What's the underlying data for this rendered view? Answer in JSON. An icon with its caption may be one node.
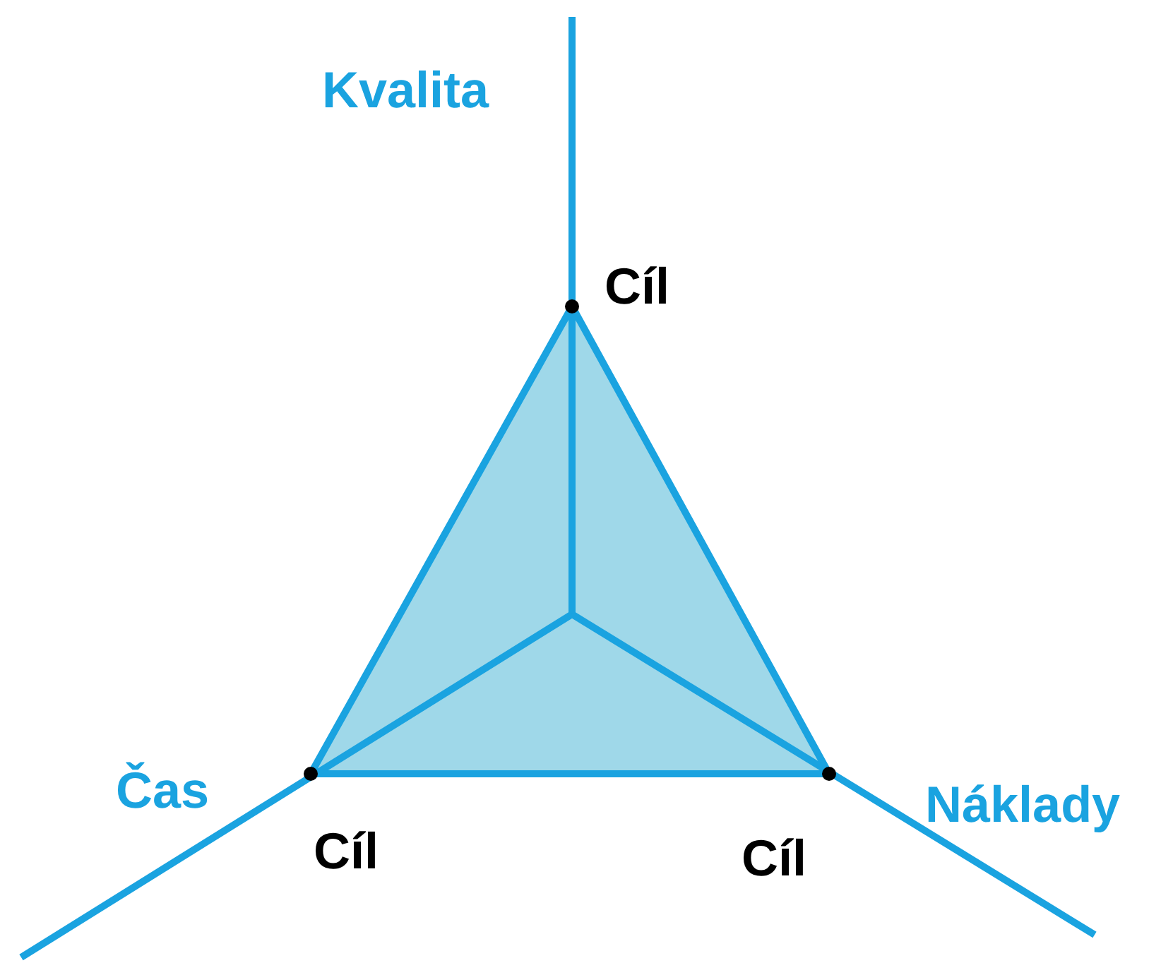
{
  "diagram": {
    "labels": [
      "Kvalita",
      "Cíl",
      "Čas",
      "Náklady",
      "Cíl",
      "Cíl"
    ]
  }
}
